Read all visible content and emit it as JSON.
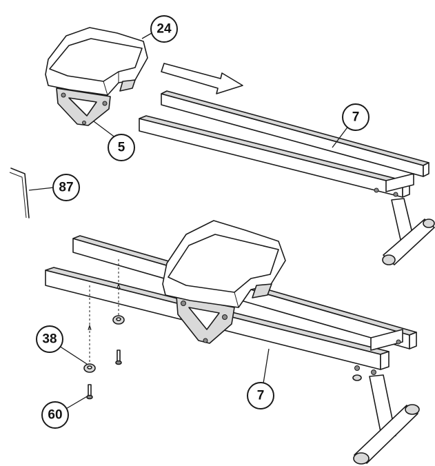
{
  "callouts": {
    "seat_top": "24",
    "seat_bracket": "5",
    "rail_top": "7",
    "hex_key": "87",
    "washer": "38",
    "bolt": "60",
    "rail_bottom": "7"
  },
  "arrow": {
    "direction": "right"
  }
}
